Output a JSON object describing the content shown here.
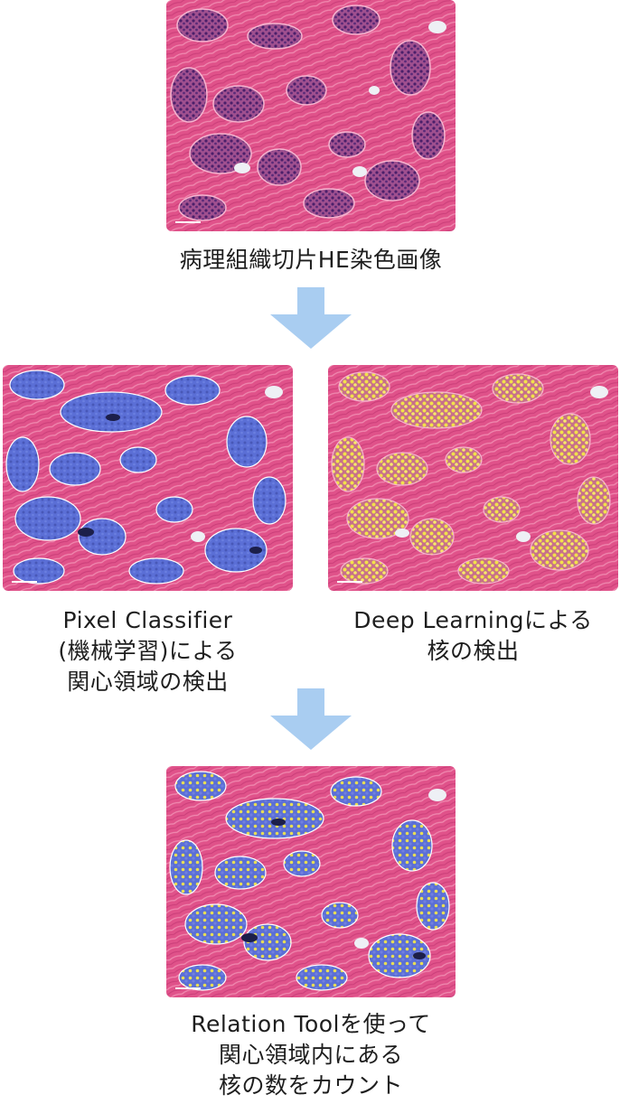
{
  "steps": {
    "source": {
      "caption": "病理組織切片HE染色画像"
    },
    "pixel_classifier": {
      "caption_lines": [
        "Pixel Classifier",
        "(機械学習)による",
        "関心領域の検出"
      ]
    },
    "deep_learning": {
      "caption_lines": [
        "Deep Learningによる",
        "核の検出"
      ]
    },
    "relation_tool": {
      "caption_lines": [
        "Relation Toolを使って",
        "関心領域内にある",
        "核の数をカウント"
      ]
    }
  },
  "colors": {
    "tissue_pink": "#e0528a",
    "stroma_light": "#f08ab0",
    "nuclei_purple": "#5a2a78",
    "region_blue": "#5b6fd6",
    "nucleus_yellow": "#f2e24a",
    "arrow_blue": "#a9cdf1",
    "fat_white": "#eef0f5"
  }
}
